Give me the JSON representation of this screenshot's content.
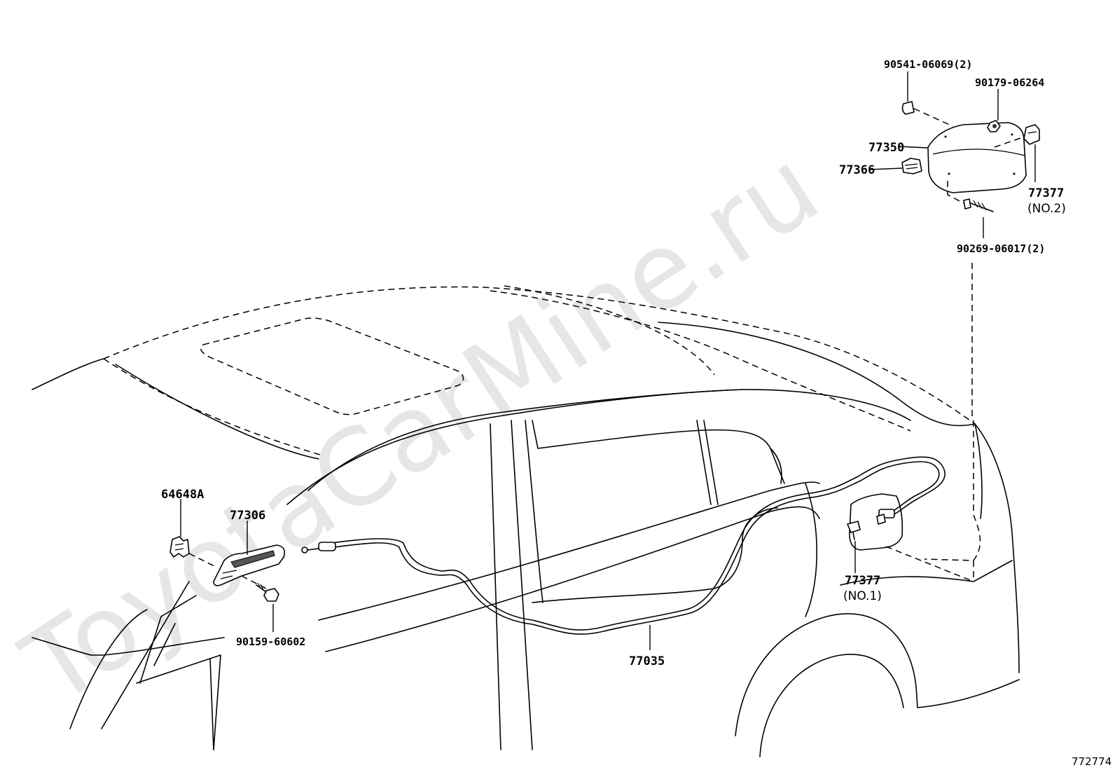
{
  "watermark": "ToyotaCarMine.ru",
  "figure_number": "772774",
  "parts": {
    "p90541": "90541-06069(2)",
    "p90179": "90179-06264",
    "p77350": "77350",
    "p77366": "77366",
    "p77377_no2": "77377",
    "p77377_no2_sub": "(NO.2)",
    "p90269": "90269-06017(2)",
    "p64648a": "64648A",
    "p77306": "77306",
    "p90159": "90159-60602",
    "p77035": "77035",
    "p77377_no1": "77377",
    "p77377_no1_sub": "(NO.1)"
  }
}
